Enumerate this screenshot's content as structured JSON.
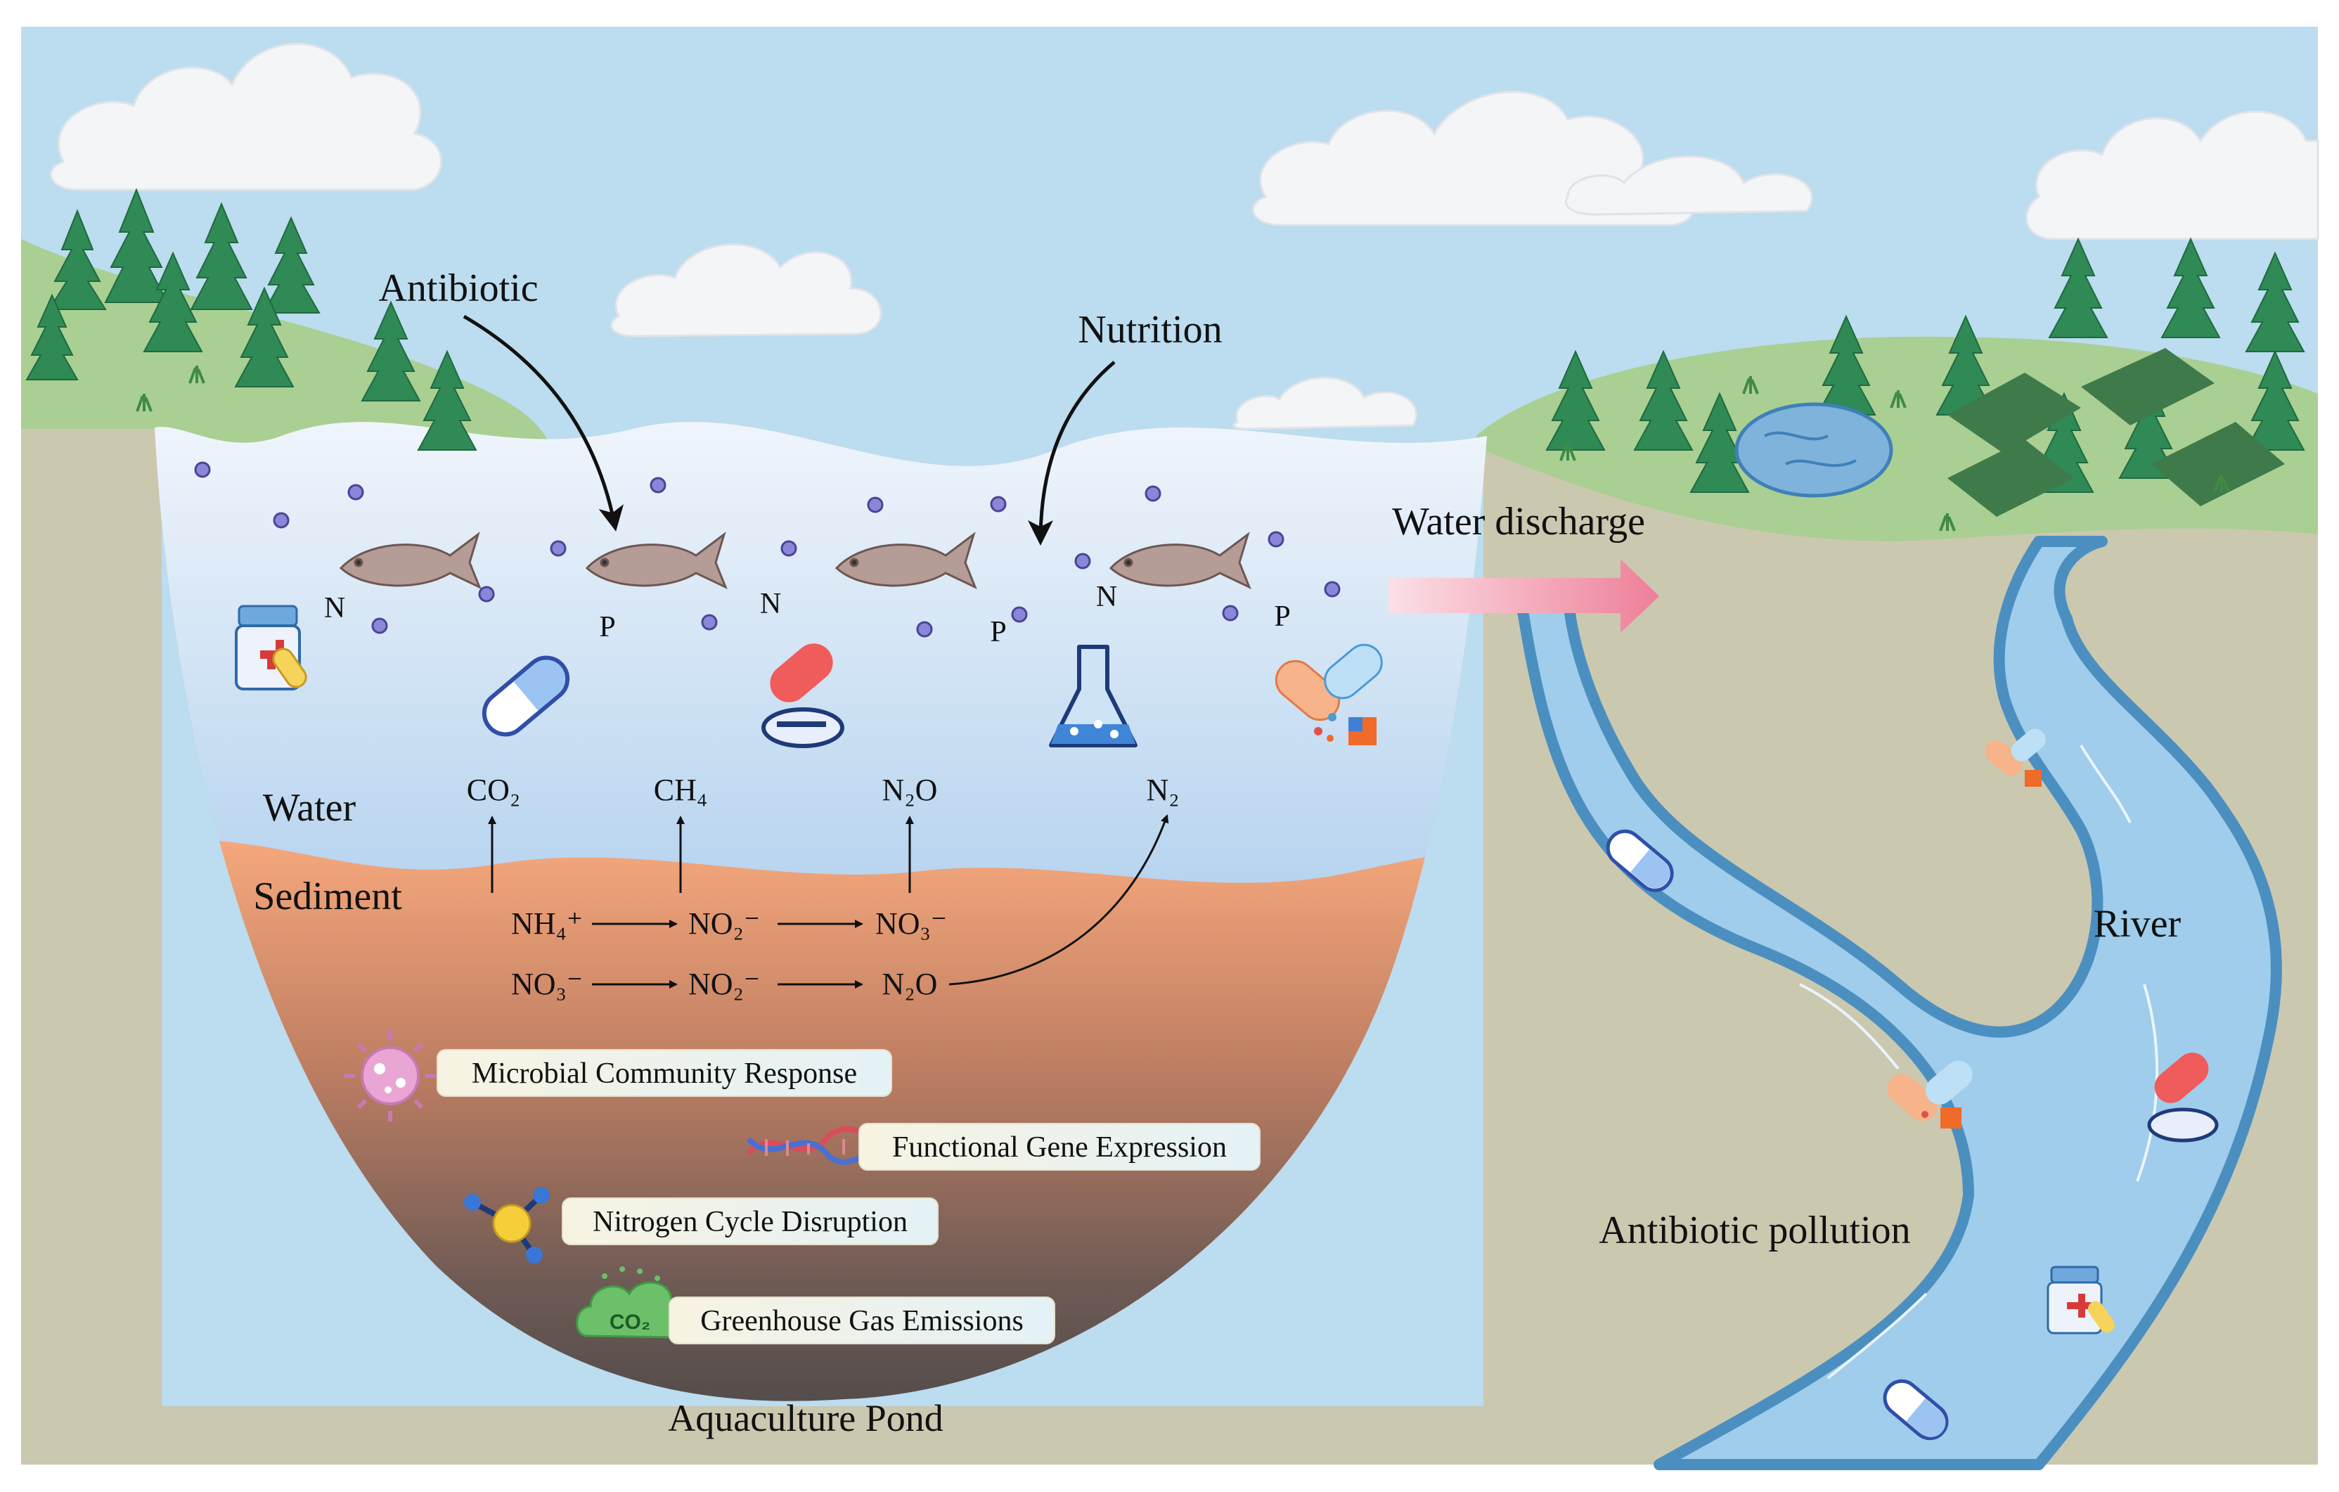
{
  "labels": {
    "antibiotic": "Antibiotic",
    "nutrition": "Nutrition",
    "water_discharge": "Water discharge",
    "water": "Water",
    "sediment": "Sediment",
    "river": "River",
    "antibiotic_pollution": "Antibiotic pollution",
    "aquaculture_pond": "Aquaculture Pond"
  },
  "nutrients": [
    "N",
    "P",
    "N",
    "P",
    "N",
    "P"
  ],
  "gases": {
    "co2": "CO₂",
    "ch4": "CH₄",
    "n2o": "N₂O",
    "n2": "N₂"
  },
  "nitrification": [
    "NH₄⁺",
    "NO₂⁻",
    "NO₃⁻"
  ],
  "denitrification": [
    "NO₃⁻",
    "NO₂⁻",
    "N₂O"
  ],
  "impacts": [
    {
      "label": "Microbial Community Response",
      "icon": "microbe-icon"
    },
    {
      "label": "Functional Gene Expression",
      "icon": "dna-icon"
    },
    {
      "label": "Nitrogen Cycle Disruption",
      "icon": "molecule-icon"
    },
    {
      "label": "Greenhouse Gas Emissions",
      "icon": "co2-cloud-icon"
    }
  ],
  "co2_icon_text": "CO₂",
  "colors": {
    "sky": "#bcdcef",
    "hill": "#a9cf92",
    "ground": "#cbc8b0",
    "pond_water": "#dde9f7",
    "sediment_top": "#f4a57a",
    "sediment_bottom": "#4a4a4a",
    "river": "#9fcdeb",
    "river_edge": "#4b8fc0",
    "arrow_pink": "#f08aa0"
  }
}
